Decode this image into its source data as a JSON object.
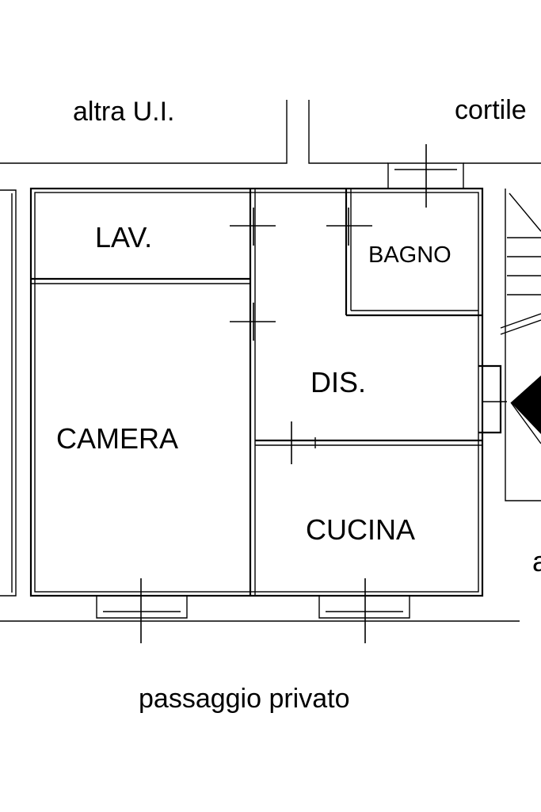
{
  "plan": {
    "labels": {
      "altra_ui": "altra U.I.",
      "cortile": "cortile",
      "lav": "LAV.",
      "bagno": "BAGNO",
      "dis": "DIS.",
      "camera": "CAMERA",
      "cucina": "CUCINA",
      "passaggio": "passaggio privato",
      "edge_letter": "a"
    }
  }
}
